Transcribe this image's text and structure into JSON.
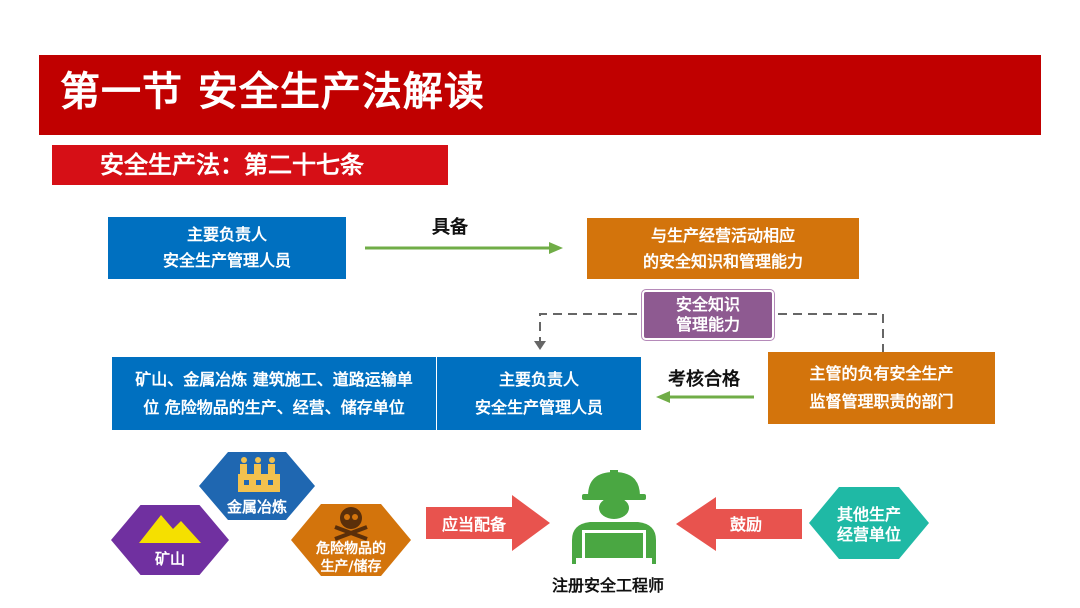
{
  "title": "第一节  安全生产法解读",
  "subtitle": "安全生产法：第二十七条",
  "top_flow": {
    "left_box": {
      "line1": "主要负责人",
      "line2": "安全生产管理人员"
    },
    "arrow_label": "具备",
    "right_box": {
      "line1": "与生产经营活动相应",
      "line2": "的安全知识和管理能力"
    }
  },
  "check_box": {
    "line1": "安全知识",
    "line2": "管理能力"
  },
  "middle_flow": {
    "units_box": {
      "line1": "矿山、金属冶炼 建筑施工、道路运输单",
      "line2": "位 危险物品的生产、经营、储存单位"
    },
    "persons_box": {
      "line1": "主要负责人",
      "line2": "安全生产管理人员"
    },
    "arrow_label": "考核合格",
    "dept_box": {
      "line1": "主管的负有安全生产",
      "line2": "监督管理职责的部门"
    }
  },
  "bottom": {
    "mining_label": "矿山",
    "metal_label": "金属冶炼",
    "danger_label_line1": "危险物品的",
    "danger_label_line2": "生产/储存",
    "arrow_should": "应当配备",
    "engineer_label": "注册安全工程师",
    "arrow_encourage": "鼓励",
    "other_units_line1": "其他生产",
    "other_units_line2": "经营单位"
  },
  "colors": {
    "title_red": "#c00000",
    "blue": "#0070c0",
    "orange": "#d3740c",
    "purple": "#7030a0",
    "green": "#4aa742",
    "teal": "#1fb9a5",
    "arrow_red": "#e8534e"
  }
}
